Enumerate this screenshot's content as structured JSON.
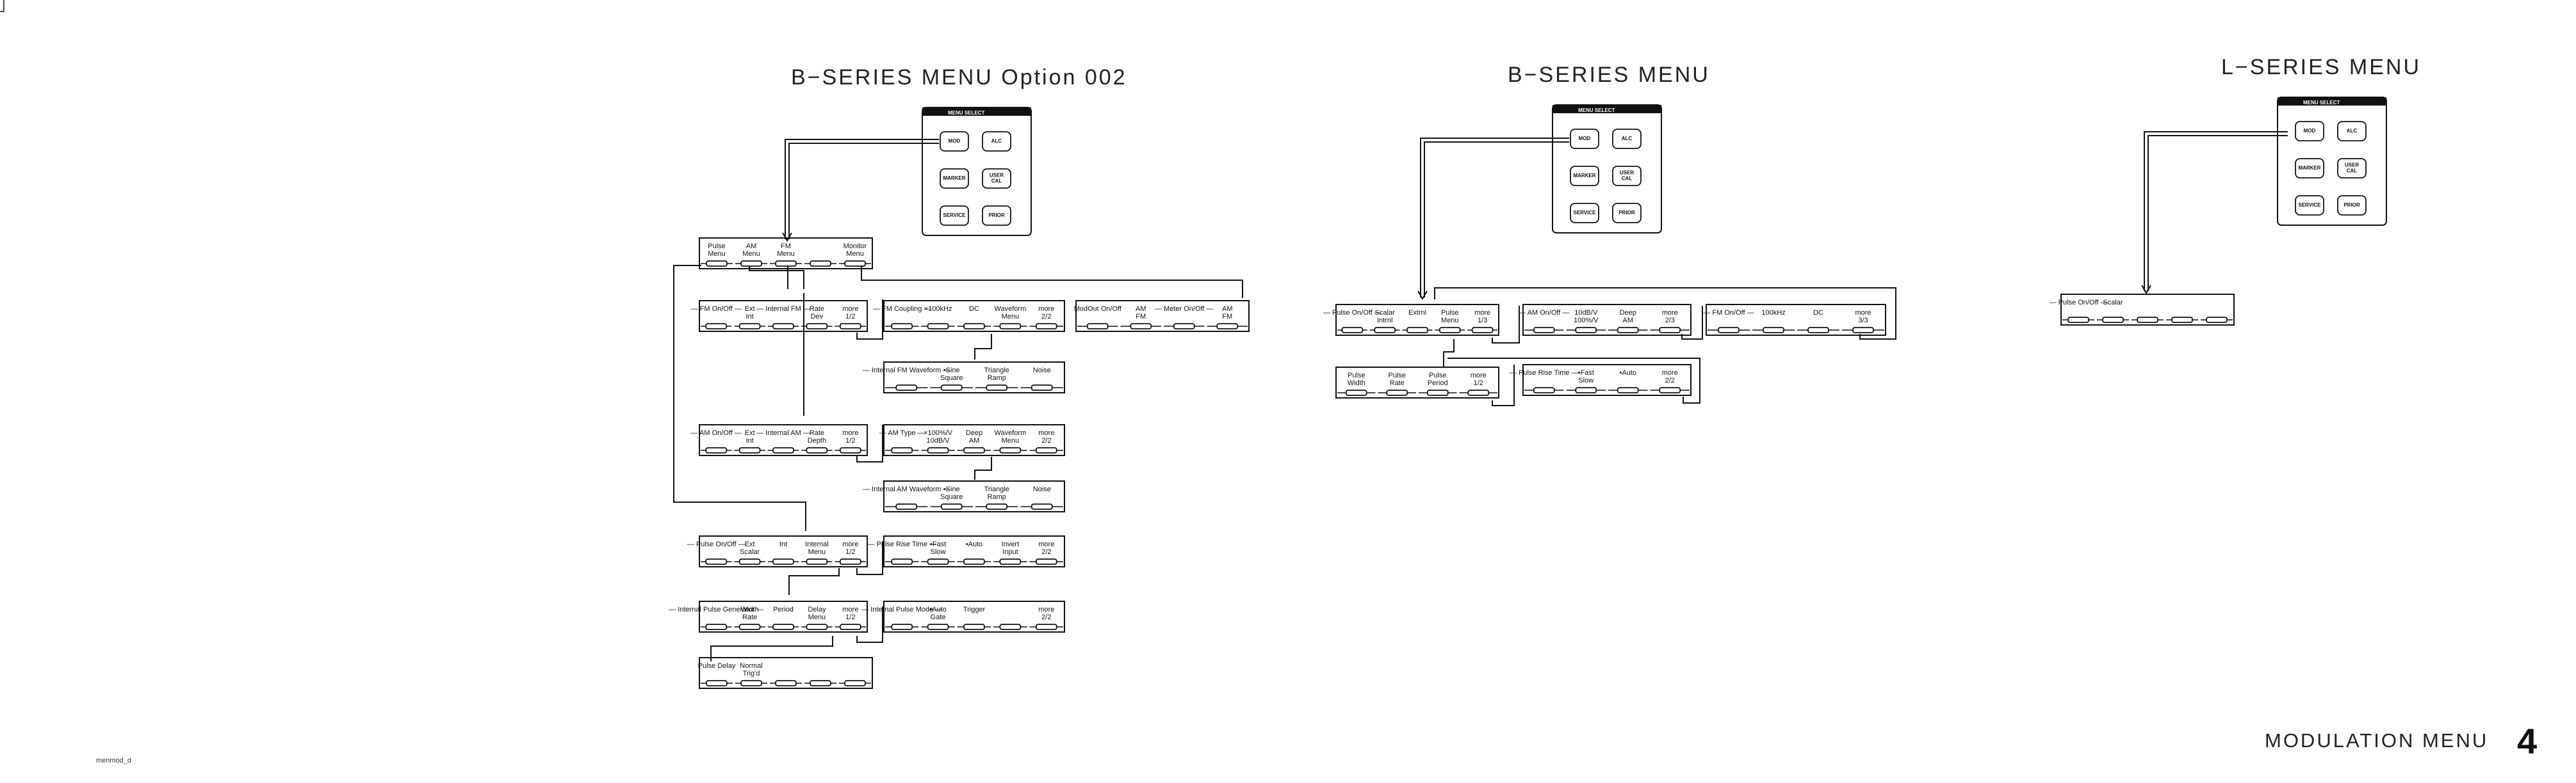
{
  "titles": {
    "b_option": "B−SERIES  MENU  Option  002",
    "b_series": "B−SERIES  MENU",
    "l_series": "L−SERIES  MENU"
  },
  "panel": {
    "header": "MENU  SELECT",
    "buttons": [
      [
        "MOD",
        "ALC"
      ],
      [
        "MARKER",
        "USER CAL"
      ],
      [
        "SERVICE",
        "PRIOR"
      ]
    ]
  },
  "footer": {
    "label": "MODULATION  MENU",
    "chapter": "4",
    "file": "menmod_d"
  },
  "menus": {
    "b_opt_root": [
      [
        "Pulse",
        "Menu"
      ],
      [
        "AM",
        "Menu"
      ],
      [
        "FM",
        "Menu"
      ],
      [
        "",
        ""
      ],
      [
        "Monitor",
        "Menu"
      ]
    ],
    "fm1": [
      [
        "— FM On/Off —",
        ""
      ],
      [
        "Ext",
        "Int"
      ],
      [
        "— Internal FM —",
        ""
      ],
      [
        "Rate",
        "Dev"
      ],
      [
        "more",
        "1/2"
      ]
    ],
    "fm2": [
      [
        "— FM Coupling —",
        ""
      ],
      [
        "×100kHz",
        ""
      ],
      [
        "DC",
        ""
      ],
      [
        "Waveform",
        "Menu"
      ],
      [
        "more",
        "2/2"
      ]
    ],
    "monitor": [
      [
        "ModOut On/Off",
        ""
      ],
      [
        "AM",
        "FM"
      ],
      [
        "— Meter On/Off —",
        ""
      ],
      [
        "AM",
        "FM"
      ]
    ],
    "fm_wave": [
      [
        "— Internal FM Waveform —",
        ""
      ],
      [
        "•Sine",
        "Square"
      ],
      [
        "Triangle",
        "Ramp"
      ],
      [
        "Noise",
        ""
      ]
    ],
    "am1": [
      [
        "— AM On/Off —",
        ""
      ],
      [
        "Ext",
        "Int"
      ],
      [
        "— Internal AM —",
        ""
      ],
      [
        "Rate",
        "Depth"
      ],
      [
        "more",
        "1/2"
      ]
    ],
    "am2": [
      [
        "— AM Type —",
        ""
      ],
      [
        "×100%/V",
        "10dB/V"
      ],
      [
        "Deep",
        "AM"
      ],
      [
        "Waveform",
        "Menu"
      ],
      [
        "more",
        "2/2"
      ]
    ],
    "am_wave": [
      [
        "— Internal AM Waveform —",
        ""
      ],
      [
        "•Sine",
        "Square"
      ],
      [
        "Triangle",
        "Ramp"
      ],
      [
        "Noise",
        ""
      ]
    ],
    "pulse1": [
      [
        "— Pulse On/Off —",
        ""
      ],
      [
        "Ext",
        "Scalar"
      ],
      [
        "Int",
        ""
      ],
      [
        "Internal",
        "Menu"
      ],
      [
        "more",
        "1/2"
      ]
    ],
    "pulse2": [
      [
        "— Pulse Rise Time —",
        ""
      ],
      [
        "•Fast",
        "Slow"
      ],
      [
        "•Auto",
        ""
      ],
      [
        "Invert",
        "Input"
      ],
      [
        "more",
        "2/2"
      ]
    ],
    "pgen1": [
      [
        "— Internal Pulse Generator —",
        ""
      ],
      [
        "Width",
        "Rate"
      ],
      [
        "Period",
        ""
      ],
      [
        "Delay",
        "Menu"
      ],
      [
        "more",
        "1/2"
      ]
    ],
    "pgen2": [
      [
        "— Internal Pulse Mode —",
        ""
      ],
      [
        "•Auto",
        "Gate"
      ],
      [
        "Trigger",
        ""
      ],
      [
        "",
        ""
      ],
      [
        "more",
        "2/2"
      ]
    ],
    "pdelay": [
      [
        "Pulse Delay",
        ""
      ],
      [
        "Normal",
        "Trig'd"
      ]
    ],
    "b_root": [
      [
        "— Pulse On/Off —",
        ""
      ],
      [
        "Scalar",
        "Intrnl"
      ],
      [
        "Extrnl",
        ""
      ],
      [
        "Pulse",
        "Menu"
      ],
      [
        "more",
        "1/3"
      ]
    ],
    "b_am": [
      [
        "— AM On/Off —",
        ""
      ],
      [
        "10dB/V",
        "100%/V"
      ],
      [
        "Deep",
        "AM"
      ],
      [
        "more",
        "2/3"
      ]
    ],
    "b_fm": [
      [
        "— FM On/Off —",
        ""
      ],
      [
        "100kHz",
        ""
      ],
      [
        "DC",
        ""
      ],
      [
        "more",
        "3/3"
      ]
    ],
    "b_pulse1": [
      [
        "Pulse",
        "Width"
      ],
      [
        "Pulse",
        "Rate"
      ],
      [
        "Pulse",
        "Period"
      ],
      [
        "more",
        "1/2"
      ]
    ],
    "b_pulse2": [
      [
        "— Pulse Rise Time —",
        ""
      ],
      [
        "•Fast",
        "Slow"
      ],
      [
        "•Auto",
        ""
      ],
      [
        "more",
        "2/2"
      ]
    ],
    "l_root": [
      [
        "— Pulse On/Off —",
        ""
      ],
      [
        "Scalar",
        ""
      ]
    ]
  }
}
